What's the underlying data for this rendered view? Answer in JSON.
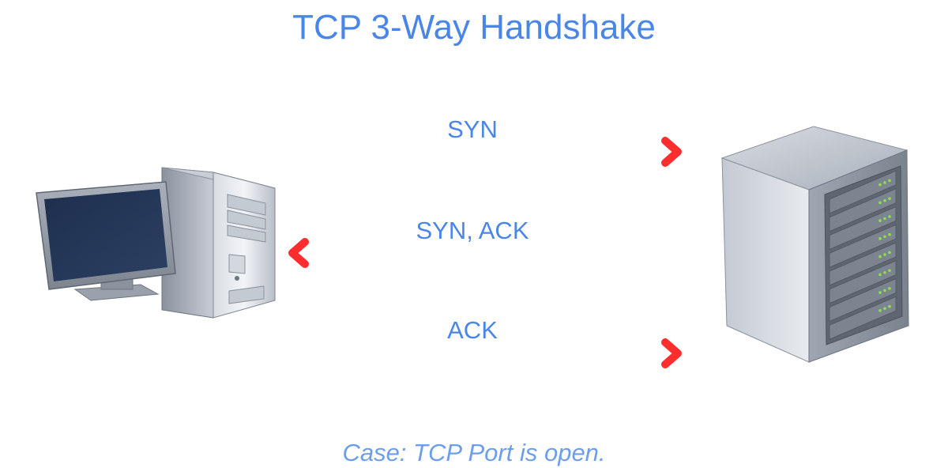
{
  "title": "TCP 3-Way Handshake",
  "messages": [
    {
      "label": "SYN",
      "direction": "client-to-server"
    },
    {
      "label": "SYN, ACK",
      "direction": "server-to-client"
    },
    {
      "label": "ACK",
      "direction": "client-to-server"
    }
  ],
  "caption": "Case: TCP Port is open.",
  "nodes": {
    "client": {
      "icon": "desktop-computer-icon"
    },
    "server": {
      "icon": "server-rack-icon"
    }
  },
  "colors": {
    "title": "#4a86e8",
    "labels": "#4a86e8",
    "caption": "#6d9eeb",
    "arrow": "#ff3b3b",
    "led": "#8be04e"
  }
}
